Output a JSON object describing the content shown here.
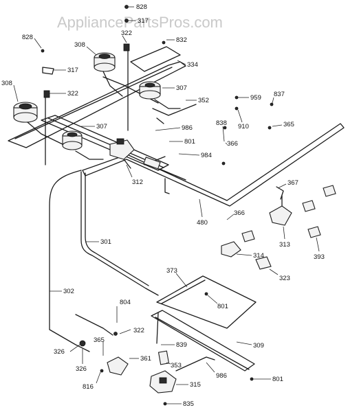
{
  "watermark": "AppliancePartsPros.com",
  "callouts": [
    {
      "id": "c828a",
      "label": "828"
    },
    {
      "id": "c317a",
      "label": "317"
    },
    {
      "id": "c828b",
      "label": "828"
    },
    {
      "id": "c322a",
      "label": "322"
    },
    {
      "id": "c308a",
      "label": "308"
    },
    {
      "id": "c832",
      "label": "832"
    },
    {
      "id": "c317b",
      "label": "317"
    },
    {
      "id": "c334",
      "label": "334"
    },
    {
      "id": "c308b",
      "label": "308"
    },
    {
      "id": "c322b",
      "label": "322"
    },
    {
      "id": "c307a",
      "label": "307"
    },
    {
      "id": "c959",
      "label": "959"
    },
    {
      "id": "c837",
      "label": "837"
    },
    {
      "id": "c352",
      "label": "352"
    },
    {
      "id": "c910",
      "label": "910"
    },
    {
      "id": "c365a",
      "label": "365"
    },
    {
      "id": "c307b",
      "label": "307"
    },
    {
      "id": "c986a",
      "label": "986"
    },
    {
      "id": "c838",
      "label": "838"
    },
    {
      "id": "c801a",
      "label": "801"
    },
    {
      "id": "c366a",
      "label": "366"
    },
    {
      "id": "c984",
      "label": "984"
    },
    {
      "id": "c312",
      "label": "312"
    },
    {
      "id": "c367",
      "label": "367"
    },
    {
      "id": "c480",
      "label": "480"
    },
    {
      "id": "c366b",
      "label": "366"
    },
    {
      "id": "c313",
      "label": "313"
    },
    {
      "id": "c301",
      "label": "301"
    },
    {
      "id": "c314",
      "label": "314"
    },
    {
      "id": "c393",
      "label": "393"
    },
    {
      "id": "c323",
      "label": "323"
    },
    {
      "id": "c373",
      "label": "373"
    },
    {
      "id": "c302",
      "label": "302"
    },
    {
      "id": "c801b",
      "label": "801"
    },
    {
      "id": "c804",
      "label": "804"
    },
    {
      "id": "c322c",
      "label": "322"
    },
    {
      "id": "c309",
      "label": "309"
    },
    {
      "id": "c839",
      "label": "839"
    },
    {
      "id": "c326a",
      "label": "326"
    },
    {
      "id": "c365b",
      "label": "365"
    },
    {
      "id": "c361",
      "label": "361"
    },
    {
      "id": "c353",
      "label": "353"
    },
    {
      "id": "c326b",
      "label": "326"
    },
    {
      "id": "c986b",
      "label": "986"
    },
    {
      "id": "c816",
      "label": "816"
    },
    {
      "id": "c315",
      "label": "315"
    },
    {
      "id": "c801c",
      "label": "801"
    },
    {
      "id": "c835",
      "label": "835"
    }
  ]
}
